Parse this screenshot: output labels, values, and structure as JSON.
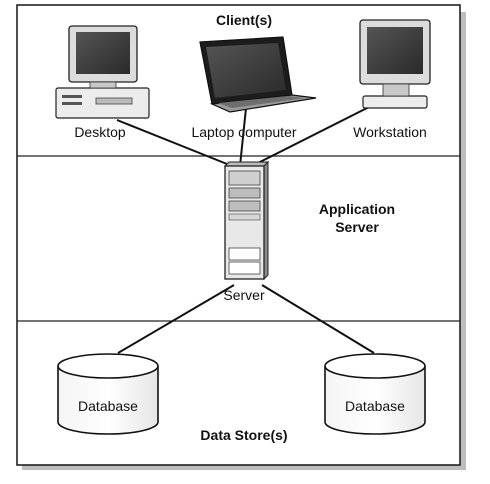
{
  "tiers": {
    "clients": {
      "title": "Client(s)"
    },
    "application": {
      "title_line1": "Application",
      "title_line2": "Server"
    },
    "data": {
      "title": "Data Store(s)"
    }
  },
  "devices": {
    "desktop": "Desktop",
    "laptop": "Laptop computer",
    "workstation": "Workstation",
    "server": "Server"
  },
  "databases": {
    "left": "Database",
    "right": "Database"
  },
  "icons": [
    "desktop-icon",
    "laptop-icon",
    "workstation-icon",
    "server-icon",
    "database-icon"
  ]
}
